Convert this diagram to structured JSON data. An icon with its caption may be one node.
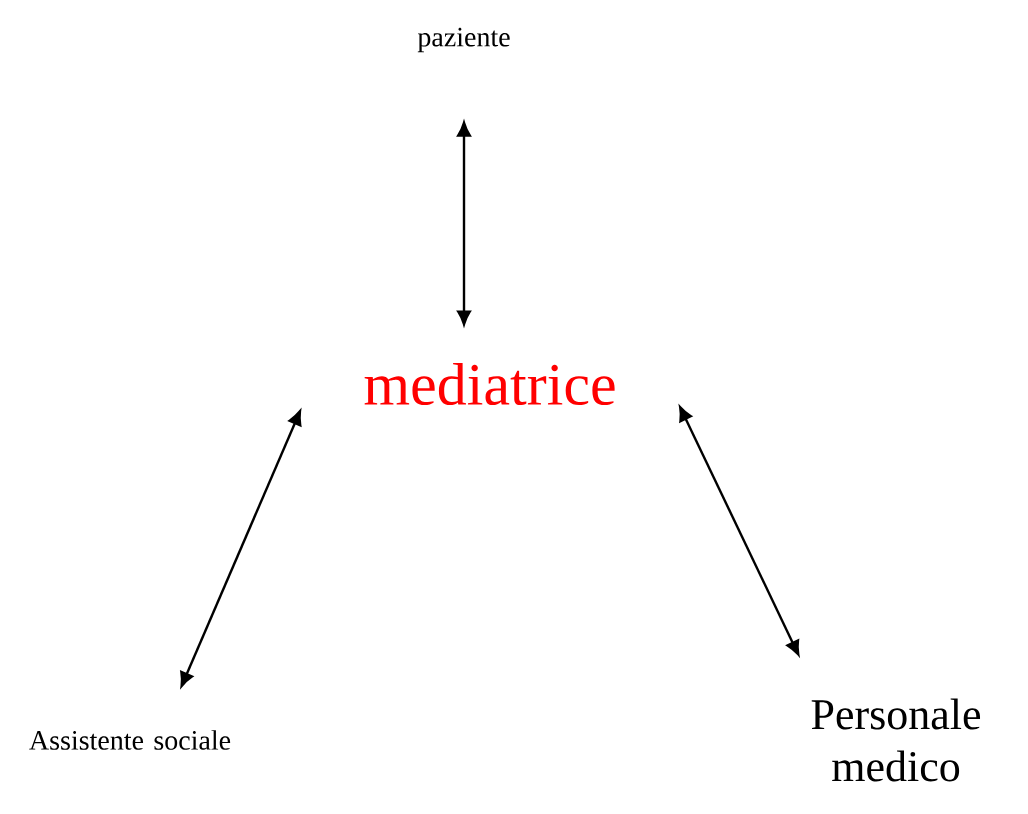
{
  "diagram": {
    "nodes": [
      {
        "text": [
          "paziente"
        ]
      },
      {
        "text": [
          "mediatrice"
        ]
      },
      {
        "text": [
          "Assistente sociale"
        ]
      },
      {
        "text": [
          "Personale medico"
        ]
      }
    ],
    "edges": [
      {
        "from": 0,
        "to": 1,
        "arrow": "both"
      },
      {
        "from": 1,
        "to": 2,
        "arrow": "both"
      },
      {
        "from": 1,
        "to": 3,
        "arrow": "both"
      }
    ]
  }
}
